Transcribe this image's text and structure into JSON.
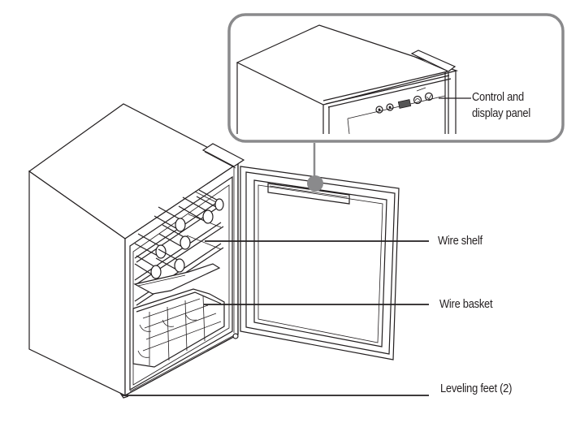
{
  "diagram": {
    "subject": "Wine cooler with door open",
    "callout_color": "#8a8a8c",
    "line_color": "#231f20",
    "labels": {
      "control_panel_line1": "Control and",
      "control_panel_line2": "display panel",
      "wire_shelf": "Wire shelf",
      "wire_basket": "Wire basket",
      "leveling_feet": "Leveling feet (2)"
    },
    "inset": {
      "description": "Magnified view of control and display panel on top of door",
      "panel_icons": [
        "button-down-icon",
        "button-up-icon",
        "display-icon",
        "light-button-icon",
        "power-button-icon"
      ]
    }
  }
}
